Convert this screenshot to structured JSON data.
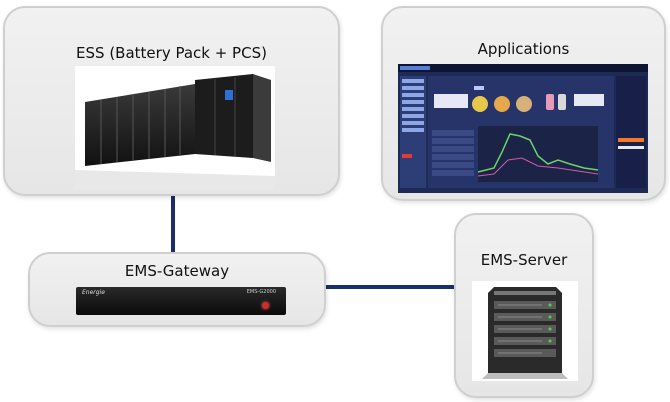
{
  "nodes": {
    "ess": {
      "label": "ESS (Battery Pack + PCS)",
      "icon": "battery-rack-icon"
    },
    "applications": {
      "label": "Applications",
      "icon": "ems-dashboard-screenshot"
    },
    "gateway": {
      "label": "EMS-Gateway",
      "brand": "Energie",
      "model": "EMS-G2000",
      "icon": "gateway-device-icon"
    },
    "server": {
      "label": "EMS-Server",
      "icon": "server-tower-icon"
    }
  },
  "connections": [
    {
      "from": "ess",
      "to": "gateway"
    },
    {
      "from": "gateway",
      "to": "server"
    }
  ],
  "colors": {
    "connector": "#1a2d6d",
    "box": "#eaeaea"
  }
}
